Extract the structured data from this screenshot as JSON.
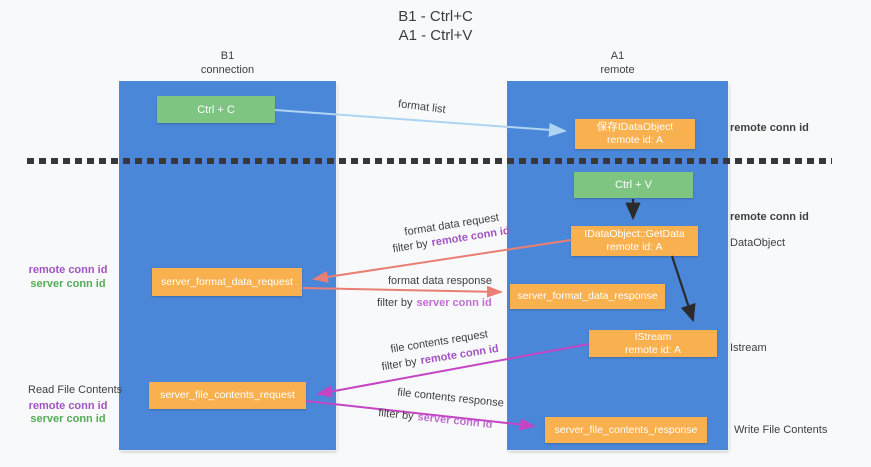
{
  "title": {
    "line1": "B1 - Ctrl+C",
    "line2": "A1 - Ctrl+V"
  },
  "lanes": {
    "left": {
      "name": "B1",
      "role": "connection"
    },
    "right": {
      "name": "A1",
      "role": "remote"
    }
  },
  "nodes": {
    "ctrl_c": {
      "label": "Ctrl + C"
    },
    "ctrl_v": {
      "label": "Ctrl + V"
    },
    "save_idataobject": {
      "line1": "保存IDataObject",
      "line2": "remote id: A"
    },
    "getdata": {
      "line1": "IDataObject::GetData",
      "line2": "remote id: A"
    },
    "istream": {
      "line1": "IStream",
      "line2": "remote id: A"
    },
    "server_format_data_request": {
      "label": "server_format_data_request"
    },
    "server_format_data_response": {
      "label": "server_format_data_response"
    },
    "server_file_contents_request": {
      "label": "server_file_contents_request"
    },
    "server_file_contents_response": {
      "label": "server_file_contents_response"
    }
  },
  "edges": {
    "format_list": {
      "label": "format list"
    },
    "format_data_request": {
      "label": "format data request",
      "filter_prefix": "filter by",
      "filter_key": "remote conn id"
    },
    "format_data_response": {
      "label": "format data response",
      "filter_prefix": "filter by",
      "filter_key": "server conn id"
    },
    "file_contents_request": {
      "label": "file contents request",
      "filter_prefix": "filter by",
      "filter_key": "remote conn id"
    },
    "file_contents_response": {
      "label": "file contents response",
      "filter_prefix": "filter by",
      "filter_key": "server conn id"
    }
  },
  "annotations": {
    "right_remote_conn_id_1": "remote conn id",
    "right_remote_conn_id_2": "remote conn id",
    "dataobject": "DataObject",
    "istream": "Istream",
    "write_file_contents": "Write File Contents",
    "read_file_contents": "Read File Contents",
    "left_top": {
      "remote": "remote conn id",
      "server": "server conn id"
    },
    "left_bottom": {
      "remote": "remote conn id",
      "server": "server conn id"
    }
  },
  "colors": {
    "lane_blue": "#4b87d9",
    "box_orange": "#f9b04f",
    "box_green": "#7dc580",
    "arrow_light_blue": "#aed4f2",
    "arrow_salmon": "#e97f74",
    "arrow_magenta": "#c345c3",
    "arrow_black": "#2b2b2b",
    "text_purple": "#a254c2",
    "text_green": "#56ab56",
    "text_orchid": "#c06fd0"
  }
}
